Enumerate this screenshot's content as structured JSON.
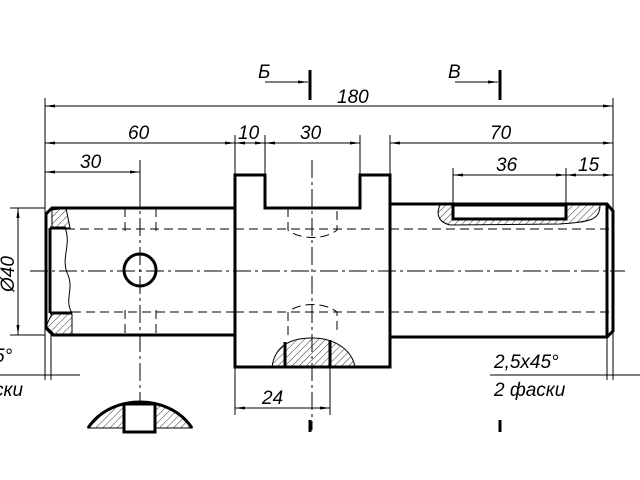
{
  "drawing": {
    "section_labels": [
      "Б",
      "В"
    ],
    "dimensions": {
      "overall": "180",
      "seg1": "60",
      "seg2": "10",
      "seg3": "30",
      "seg4": "70",
      "hole_pos": "30",
      "key_len": "36",
      "key_offset": "15",
      "bottom_slot": "24",
      "diameter": "Ø40"
    },
    "chamfer_note": {
      "size": "2,5x45°",
      "count": "2 фаски"
    },
    "chamfer_note_left": {
      "size": "5°",
      "count": "ски"
    }
  }
}
